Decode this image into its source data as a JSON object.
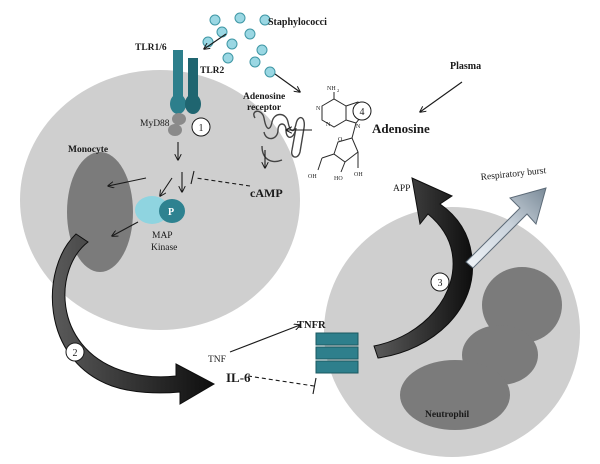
{
  "labels": {
    "staphylococci": "Staphylococci",
    "plasma": "Plasma",
    "tlr16": "TLR1/6",
    "tlr2": "TLR2",
    "myd88": "MyD88",
    "adenosine_receptor_line1": "Adenosine",
    "adenosine_receptor_line2": "receptor",
    "adenosine": "Adenosine",
    "monocyte": "Monocyte",
    "camp": "cAMP",
    "p": "P",
    "map": "MAP",
    "kinase": "Kinase",
    "app": "APP",
    "respiratory_burst": "Respiratory burst",
    "tnfr": "TNFR",
    "tnf": "TNF",
    "il6": "IL-6",
    "neutrophil": "Neutrophil",
    "adenosine_struct_nh2": "NH",
    "adenosine_struct_nh2_sub": "2",
    "adenosine_struct_n": "N",
    "adenosine_struct_o": "O",
    "adenosine_struct_oh": "OH",
    "adenosine_struct_ho": "HO",
    "adenosine_struct_oh2": "OH"
  },
  "steps": [
    "1",
    "2",
    "3",
    "4"
  ],
  "colors": {
    "cell_fill": "#cfcfcf",
    "organelle_fill": "#8a8a8a",
    "nucleus_fill": "#7a7a7a",
    "teal": "#2e7f8c",
    "teal_light": "#8ed3e0",
    "dark_arrow": "#1f1f1f"
  },
  "icons": {
    "bacteria": "teal-dots",
    "receptor": "tlr-dimer",
    "arrow": "curved-dark-arrow"
  }
}
